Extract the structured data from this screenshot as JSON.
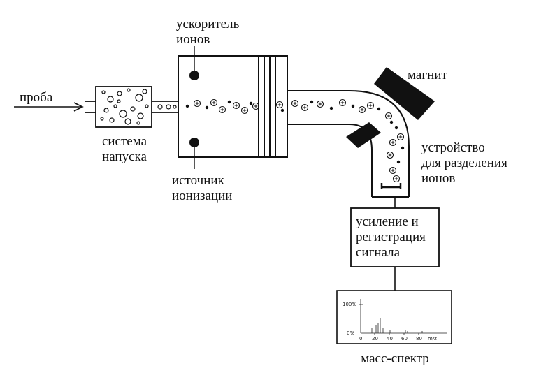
{
  "labels": {
    "probe": "проба",
    "inlet_line1": "система",
    "inlet_line2": "напуска",
    "accel_line1": "ускоритель",
    "accel_line2": "ионов",
    "ionsrc_line1": "источник",
    "ionsrc_line2": "ионизации",
    "magnet": "магнит",
    "separator_line1": "устройство",
    "separator_line2": "для разделения",
    "separator_line3": "ионов",
    "detector_line1": "усиление и",
    "detector_line2": "регистрация",
    "detector_line3": "сигнала",
    "spectrum": "масс-спектр"
  },
  "spectrum_axis": {
    "y_top": "100%",
    "y_bottom": "0%",
    "x_ticks": [
      "0",
      "20",
      "40",
      "60",
      "80"
    ],
    "x_unit": "m/z"
  },
  "colors": {
    "ink": "#111111",
    "background": "#ffffff"
  }
}
